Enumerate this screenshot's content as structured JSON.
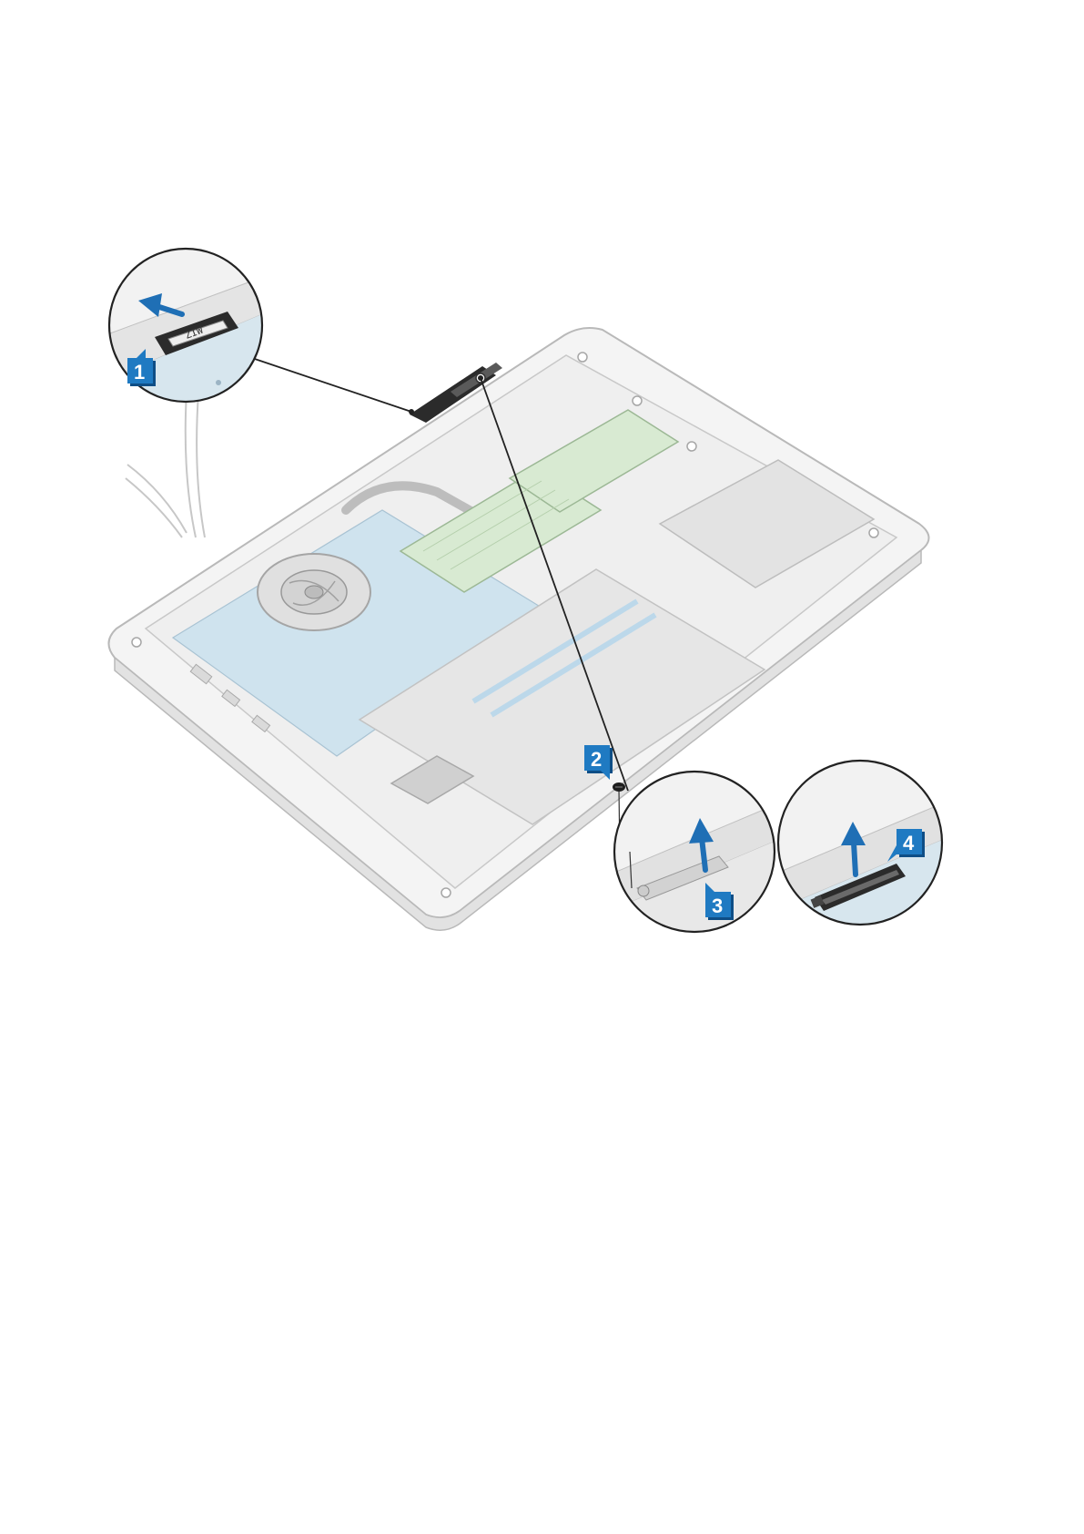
{
  "callouts": [
    {
      "number": "1"
    },
    {
      "number": "2"
    },
    {
      "number": "3"
    },
    {
      "number": "4"
    }
  ],
  "cable_label": "ZIW",
  "colors": {
    "callout_fill": "#1f7ac2",
    "callout_shadow": "#0e4e86",
    "arrow": "#1f6fb5",
    "chassis_stroke": "#b9b9b9",
    "component_fill": "#e6e6e6",
    "board_fill": "#cfe3ee",
    "cable_dark": "#2b2b2b"
  }
}
